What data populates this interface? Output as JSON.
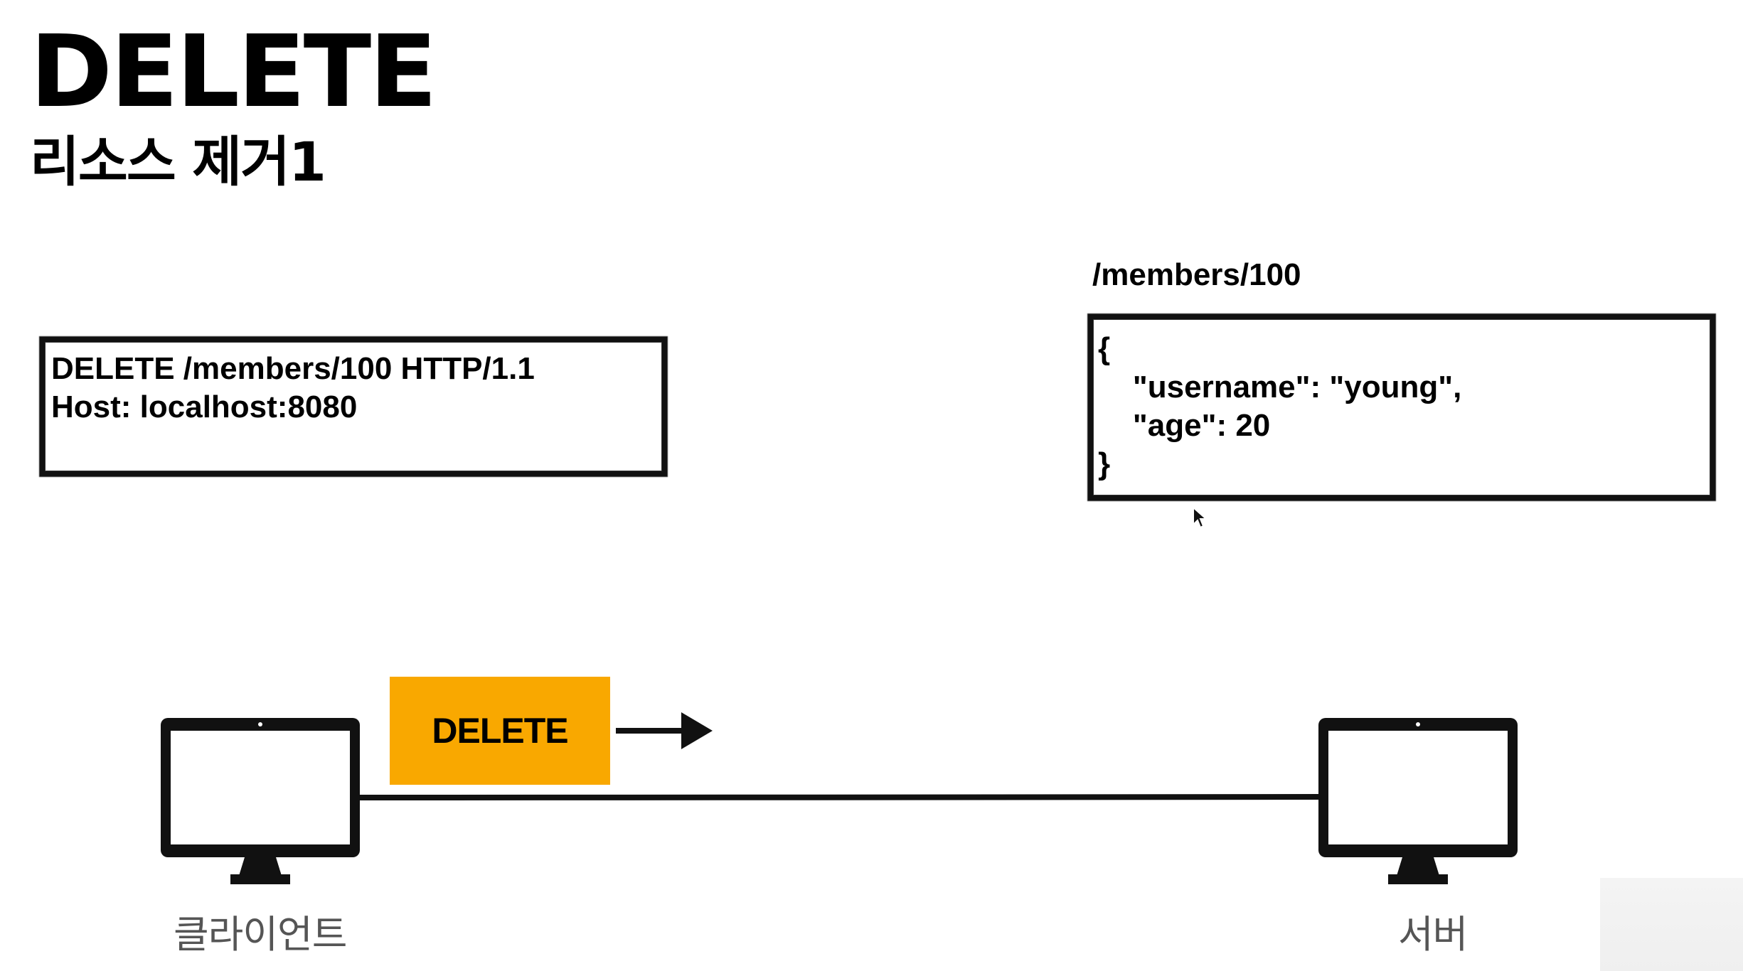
{
  "slide": {
    "title": "DELETE",
    "subtitle": "리소스 제거1"
  },
  "request_message": {
    "line1": "DELETE /members/100 HTTP/1.1",
    "line2": "Host: localhost:8080"
  },
  "resource": {
    "path": "/members/100",
    "body": "{\n    \"username\": \"young\",\n    \"age\": 20\n}"
  },
  "method_badge": {
    "label": "DELETE",
    "color": "#f9a800"
  },
  "nodes": {
    "client_label": "클라이언트",
    "server_label": "서버"
  },
  "icons": [
    "monitor-icon",
    "arrow-right-icon",
    "cursor-icon"
  ]
}
